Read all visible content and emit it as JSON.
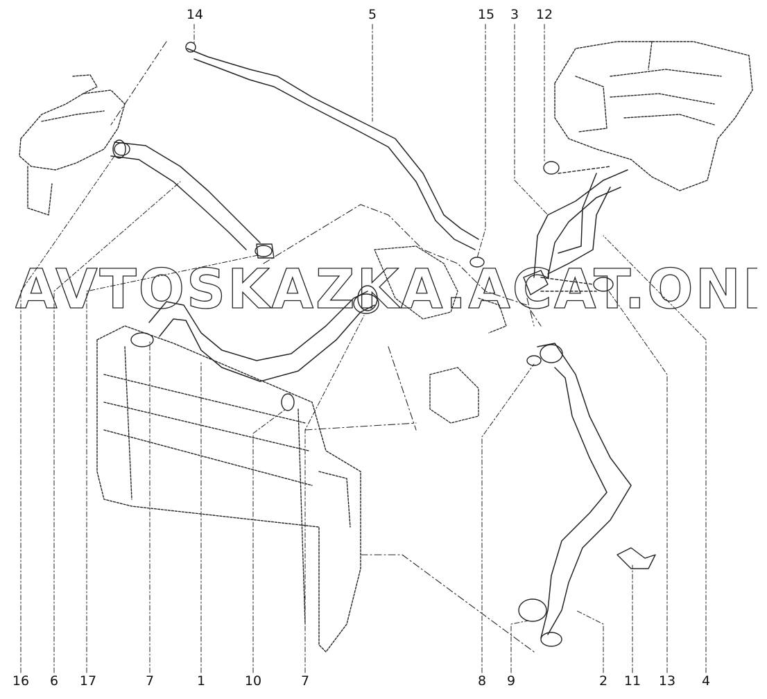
{
  "watermark": "AVTOSKAZKA.ACAT.ONLINE",
  "callouts": {
    "c14": "14",
    "c5": "5",
    "c15": "15",
    "c3": "3",
    "c12": "12",
    "c16": "16",
    "c6": "6",
    "c17": "17",
    "c7a": "7",
    "c1": "1",
    "c10": "10",
    "c7b": "7",
    "c8": "8",
    "c9": "9",
    "c2": "2",
    "c11": "11",
    "c13": "13",
    "c4": "4"
  }
}
